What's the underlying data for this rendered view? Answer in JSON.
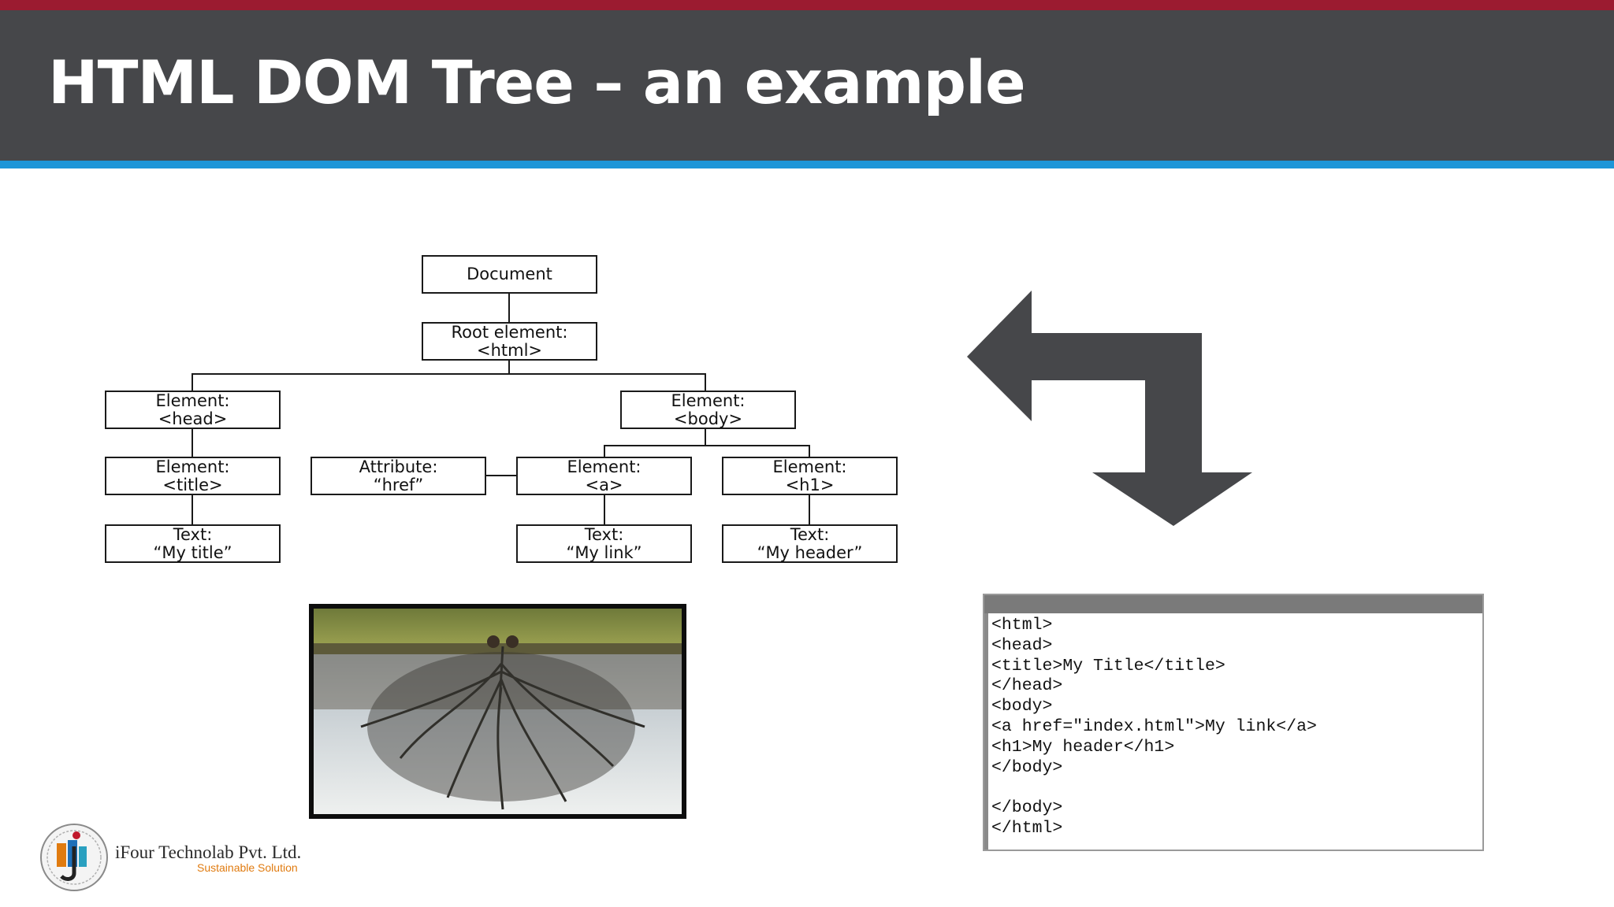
{
  "slide": {
    "title": "HTML DOM Tree – an example",
    "colors": {
      "top_strip": "#9b1b30",
      "header": "#46474a",
      "accent": "#1e96d8",
      "arrow": "#46474a"
    }
  },
  "tree": {
    "document": [
      "Document"
    ],
    "root": [
      "Root element:",
      "<html>"
    ],
    "head": [
      "Element:",
      "<head>"
    ],
    "body": [
      "Element:",
      "<body>"
    ],
    "title_el": [
      "Element:",
      "<title>"
    ],
    "attribute": [
      "Attribute:",
      "“href”"
    ],
    "a_el": [
      "Element:",
      "<a>"
    ],
    "h1_el": [
      "Element:",
      "<h1>"
    ],
    "text_title": [
      "Text:",
      "“My title”"
    ],
    "text_link": [
      "Text:",
      "“My link”"
    ],
    "text_header": [
      "Text:",
      "“My header”"
    ]
  },
  "arrow": {
    "icon": "bidirectional-arrow-icon"
  },
  "image": {
    "icon": "upside-down-tree-photo"
  },
  "code": {
    "lines": [
      "<html>",
      "<head>",
      "<title>My Title</title>",
      "</head>",
      "<body>",
      "<a href=\"index.html\">My link</a>",
      "<h1>My header</h1>",
      "</body>",
      "",
      "</body>",
      "</html>"
    ]
  },
  "footer": {
    "company": "iFour Technolab Pvt. Ltd.",
    "tagline": "Sustainable Solution",
    "logo_icon": "company-logo-icon",
    "colors": {
      "company": "#2a2a2a",
      "tagline": "#e07b10"
    }
  }
}
